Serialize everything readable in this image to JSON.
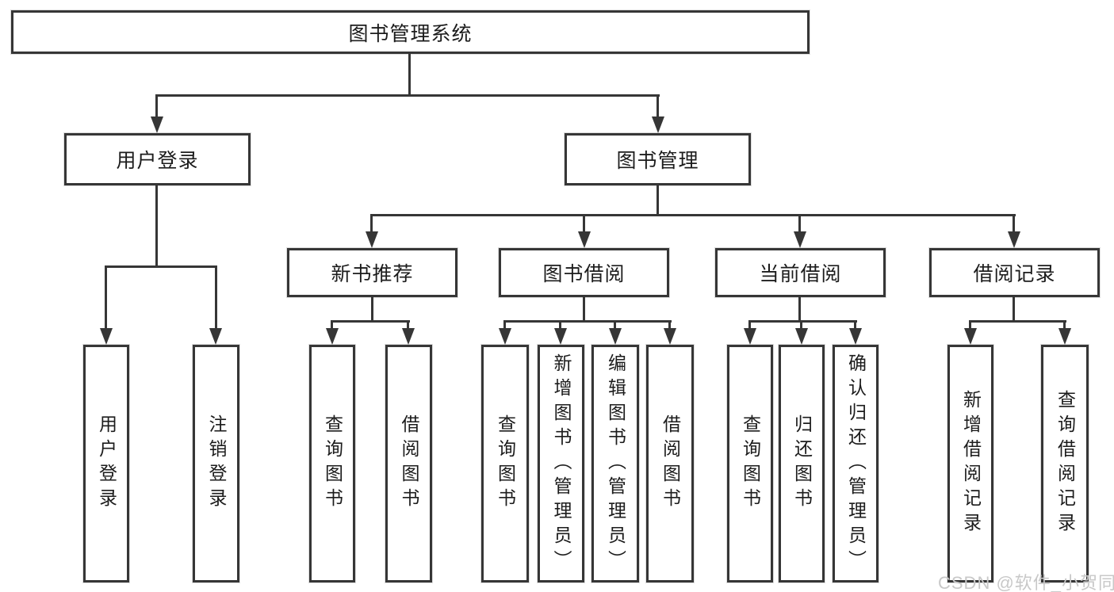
{
  "watermark": "CSDN @软件_小贺同学",
  "colors": {
    "line": "#363636",
    "box_border": "#363636",
    "box_background": "#ffffff",
    "text": "#1c1c1c",
    "watermark": "#c8c8c8",
    "page_background": "#ffffff"
  },
  "tree": {
    "root": {
      "label": "图书管理系统"
    },
    "level2": [
      {
        "label": "用户登录"
      },
      {
        "label": "图书管理"
      }
    ],
    "level3": [
      {
        "label": "新书推荐"
      },
      {
        "label": "图书借阅"
      },
      {
        "label": "当前借阅"
      },
      {
        "label": "借阅记录"
      }
    ],
    "leaves": {
      "user_login": [
        {
          "label": "用户登录"
        },
        {
          "label": "注销登录"
        }
      ],
      "new_book": [
        {
          "label": "查询图书"
        },
        {
          "label": "借阅图书"
        }
      ],
      "borrow": [
        {
          "label": "查询图书"
        },
        {
          "label": "新增图书（管理员）"
        },
        {
          "label": "编辑图书（管理员）"
        },
        {
          "label": "借阅图书"
        }
      ],
      "current": [
        {
          "label": "查询图书"
        },
        {
          "label": "归还图书"
        },
        {
          "label": "确认归还（管理员）"
        }
      ],
      "record": [
        {
          "label": "新增借阅记录"
        },
        {
          "label": "查询借阅记录"
        }
      ]
    }
  }
}
